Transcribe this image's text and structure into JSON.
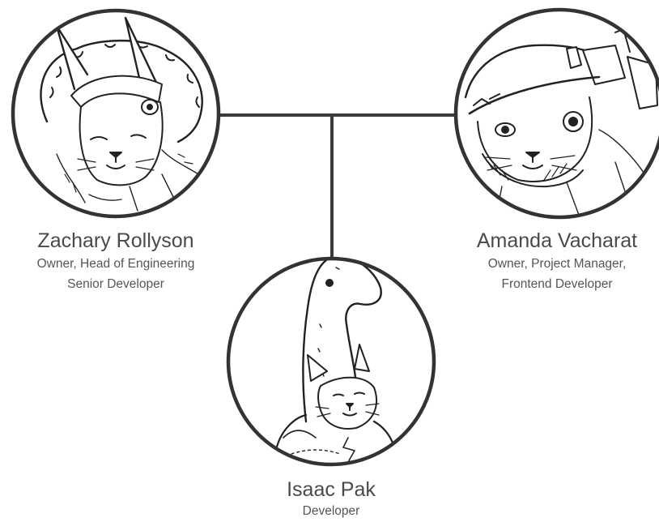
{
  "team": {
    "members": [
      {
        "id": "zachary",
        "name": "Zachary Rollyson",
        "roles": [
          "Owner, Head of Engineering",
          "Senior Developer"
        ],
        "avatar_icon": "cat-in-horned-helmet-sketch"
      },
      {
        "id": "amanda",
        "name": "Amanda Vacharat",
        "roles": [
          "Owner, Project Manager,",
          "Frontend Developer"
        ],
        "avatar_icon": "cat-in-robot-helmet-sketch"
      },
      {
        "id": "isaac",
        "name": "Isaac Pak",
        "roles": [
          "Developer"
        ],
        "avatar_icon": "cat-in-dinosaur-costume-sketch"
      }
    ]
  },
  "colors": {
    "line": "#3b3b3b",
    "circle_border": "#333333",
    "name_text": "#4a4a4a",
    "role_text": "#555555"
  }
}
